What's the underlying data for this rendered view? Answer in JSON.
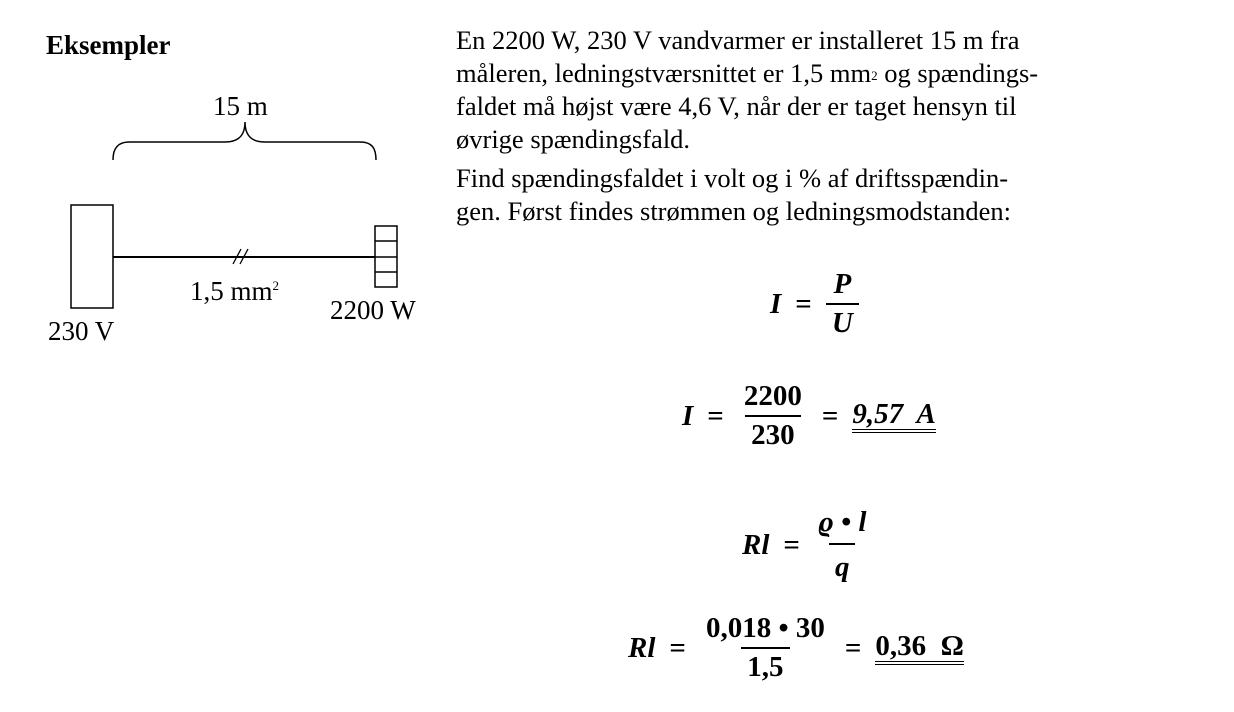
{
  "heading": "Eksempler",
  "diagram": {
    "length": "15 m",
    "cross_section": "1,5 mm",
    "cross_section_exp": "2",
    "power": "2200 W",
    "voltage": "230 V"
  },
  "paragraph": {
    "lines_1": [
      "En 2200 W, 230 V vandvarmer er installeret 15 m fra",
      "måleren, ledningstværsnittet er 1,5 mm",
      " og spændings-",
      "faldet må højst være 4,6 V, når der er taget hensyn til",
      "øvrige spændingsfald."
    ],
    "sup": "2",
    "lines_2": [
      "Find spændingsfaldet i volt og i % af driftsspændin-",
      "gen. Først findes strømmen og ledningsmodstanden:"
    ]
  },
  "equations": {
    "eq1": {
      "lhs": "I",
      "eq": "=",
      "num": "P",
      "den": "U"
    },
    "eq2": {
      "lhs": "I",
      "eq": "=",
      "num": "2200",
      "den": "230",
      "eq2": "=",
      "result": "9,57  A"
    },
    "eq3": {
      "lhs": "Rl",
      "eq": "=",
      "num": "ϱ • l",
      "den": "q"
    },
    "eq4": {
      "lhs": "Rl",
      "eq": "=",
      "num": "0,018 • 30",
      "den": "1,5",
      "eq2": "=",
      "result": "0,36  Ω"
    }
  }
}
